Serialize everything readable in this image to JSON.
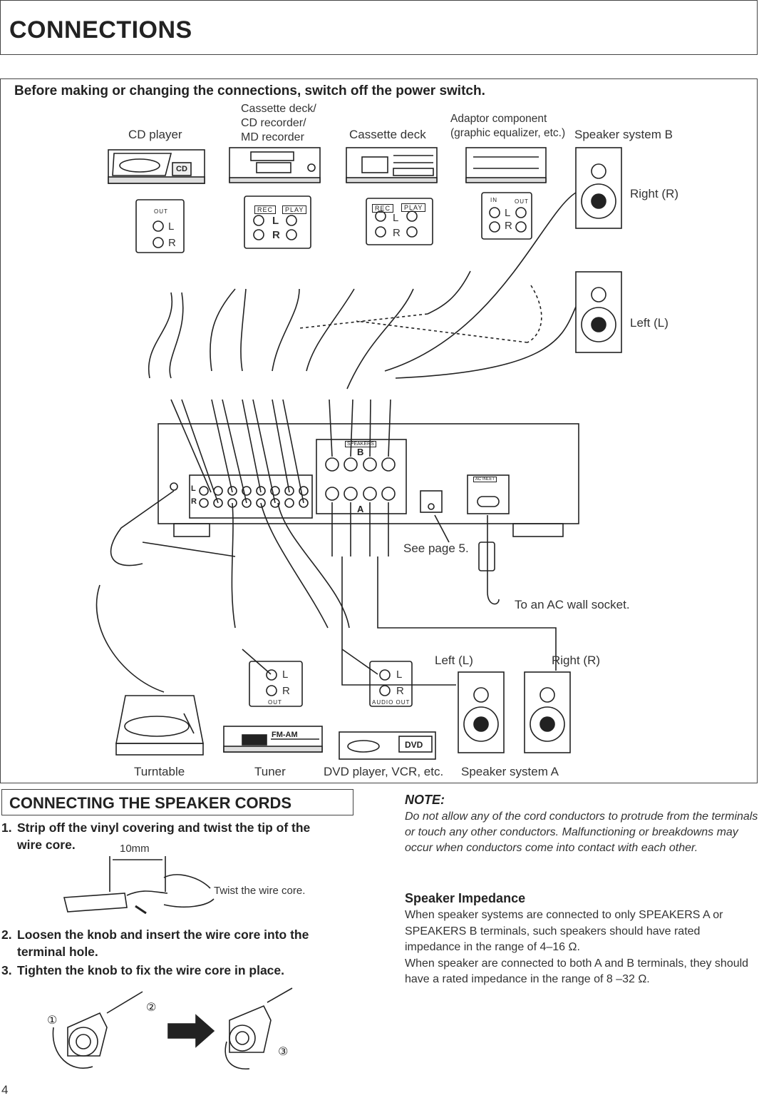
{
  "page": {
    "title": "CONNECTIONS",
    "page_number": "4"
  },
  "diagram": {
    "warning": "Before making or changing the connections, switch off the power switch.",
    "devices": {
      "cd_player": "CD player",
      "cassette_md": "Cassette deck/\nCD recorder/\nMD recorder",
      "cassette_deck": "Cassette deck",
      "adaptor": "Adaptor component\n(graphic equalizer, etc.)",
      "speaker_b": "Speaker system B",
      "right_r": "Right (R)",
      "left_l": "Left (L)",
      "see_page": "See page 5.",
      "ac_socket": "To an AC wall socket.",
      "left_l_a": "Left (L)",
      "right_r_a": "Right (R)",
      "turntable": "Turntable",
      "tuner": "Tuner",
      "dvd": "DVD player, VCR, etc.",
      "speaker_a": "Speaker system A"
    },
    "jack_labels": {
      "out": "OUT",
      "rec": "REC",
      "play": "PLAY",
      "in": "IN",
      "audio_out": "AUDIO OUT",
      "l": "L",
      "r": "R",
      "cd_badge": "CD",
      "dvd_badge": "DVD",
      "fm_am": "FM-AM",
      "speakers": "SPEAKERS",
      "spk_b": "B",
      "spk_a": "A",
      "ac_inlet": "AC INLET"
    }
  },
  "section": {
    "title": "CONNECTING THE SPEAKER CORDS",
    "steps": [
      {
        "num": "1.",
        "text": "Strip off the vinyl covering and twist the tip of the\nwire core."
      },
      {
        "num": "2.",
        "text": "Loosen the knob and insert the wire core into the\nterminal hole."
      },
      {
        "num": "3.",
        "text": "Tighten the knob to fix the wire core in place."
      }
    ],
    "strip_length": "10mm",
    "twist_label": "Twist the wire core.",
    "markers": [
      "①",
      "②",
      "③"
    ]
  },
  "note": {
    "heading": "NOTE:",
    "body": "Do not allow any of the cord conductors to protrude from the terminals or touch any other conductors. Malfunctioning or breakdowns may occur when conductors come into contact with each other."
  },
  "impedance": {
    "heading": "Speaker Impedance",
    "body": "When speaker systems are connected to only SPEAKERS A or SPEAKERS B terminals, such speakers should have rated impedance in the range of 4–16 Ω.\nWhen speaker are connected to both A and B terminals, they should have a rated impedance in the range of 8 –32 Ω."
  },
  "colors": {
    "ink": "#222222",
    "frame": "#444444"
  }
}
